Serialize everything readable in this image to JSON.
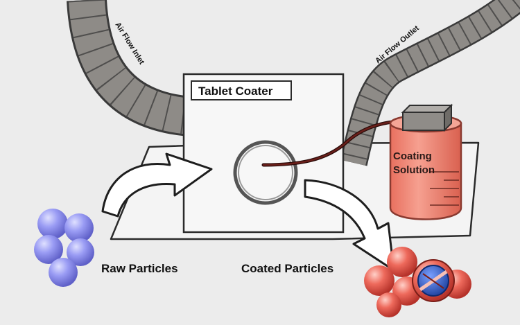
{
  "labels": {
    "air_flow_inlet": "Air Flow Inlet",
    "air_flow_outlet": "Air Flow Outlet",
    "tablet_coater": "Tablet Coater",
    "coating_solution_line1": "Coating",
    "coating_solution_line2": "Solution",
    "raw_particles": "Raw Particles",
    "coated_particles": "Coated Particles"
  },
  "colors": {
    "background": "#ececec",
    "hose_fill": "#8e8b87",
    "hose_outline": "#3a3a3a",
    "coater_fill": "#f7f7f7",
    "drum_ring": "#5a5a5a",
    "tube": "#4a1512",
    "tank_fill": "#f08a78",
    "tank_outline": "#8a3a30",
    "pump_fill": "#8f8c88",
    "raw_particle": "#8f90f0",
    "coated_particle": "#e8584a",
    "cutaway_core": "#2f5fd0"
  }
}
